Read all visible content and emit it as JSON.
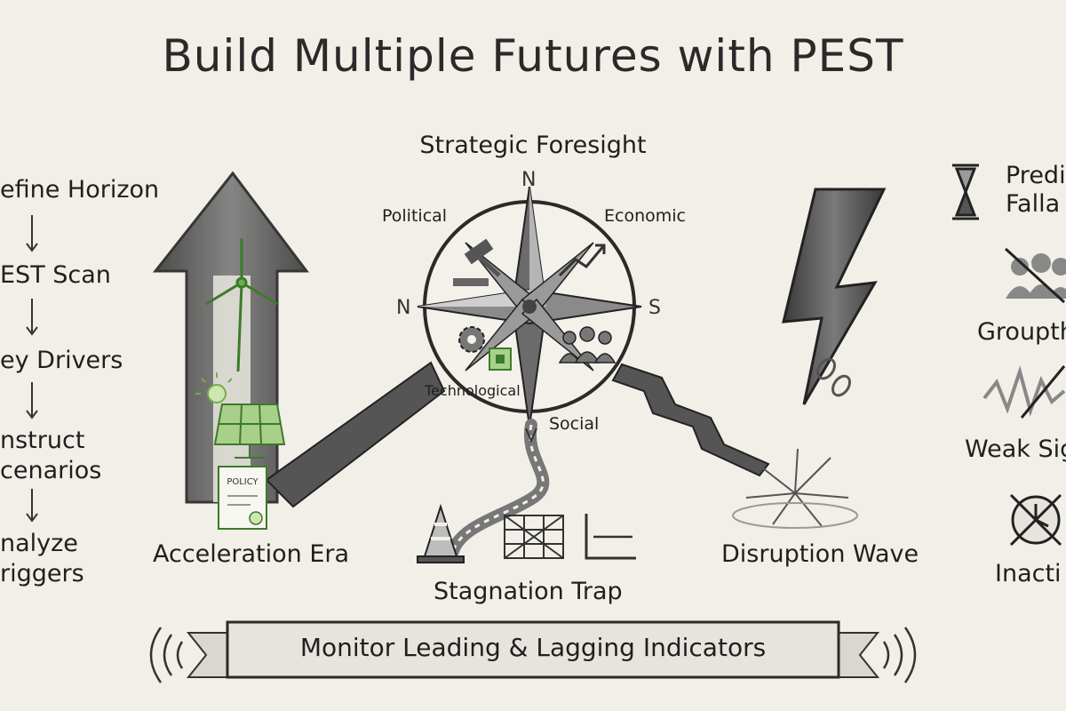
{
  "title": "Build Multiple Futures with PEST",
  "center": {
    "heading": "Strategic Foresight",
    "quadrants": [
      "Political",
      "Economic",
      "Technological",
      "Social"
    ],
    "directions": {
      "north": "N",
      "west": "N",
      "east": "S"
    }
  },
  "steps": [
    "efine Horizon",
    "EST Scan",
    "ey Drivers",
    "nstruct",
    "cenarios",
    "nalyze",
    "riggers"
  ],
  "step_arrow": "↓",
  "scenarios": {
    "left": "Acceleration Era",
    "middle": "Stagnation Trap",
    "right": "Disruption Wave"
  },
  "policy_label": "POLICY",
  "pitfalls": [
    "Predi",
    "Falla",
    "Groupth",
    "Weak Sig",
    "Inacti"
  ],
  "banner": "Monitor Leading & Lagging Indicators",
  "colors": {
    "paper": "#f1efe7",
    "ink": "#2a2a2a",
    "accent_green": "#6fae4f"
  }
}
